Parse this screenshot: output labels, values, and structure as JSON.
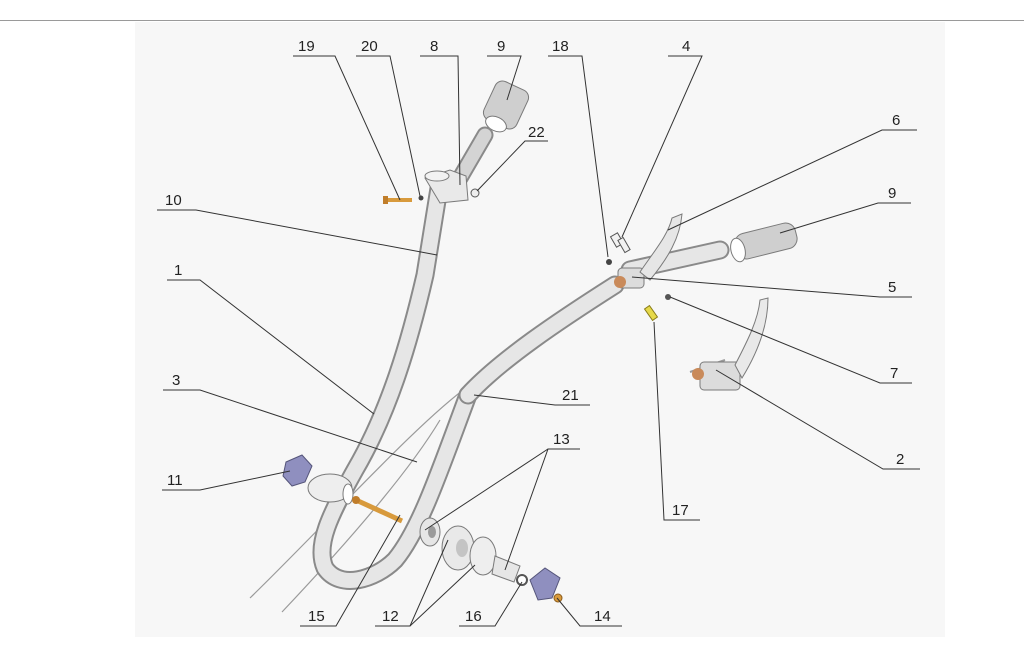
{
  "callouts": [
    {
      "id": "c19",
      "text": "19"
    },
    {
      "id": "c20",
      "text": "20"
    },
    {
      "id": "c8",
      "text": "8"
    },
    {
      "id": "c9a",
      "text": "9"
    },
    {
      "id": "c18",
      "text": "18"
    },
    {
      "id": "c4",
      "text": "4"
    },
    {
      "id": "c22",
      "text": "22"
    },
    {
      "id": "c6",
      "text": "6"
    },
    {
      "id": "c9b",
      "text": "9"
    },
    {
      "id": "c10",
      "text": "10"
    },
    {
      "id": "c5",
      "text": "5"
    },
    {
      "id": "c1",
      "text": "1"
    },
    {
      "id": "c7",
      "text": "7"
    },
    {
      "id": "c3",
      "text": "3"
    },
    {
      "id": "c21",
      "text": "21"
    },
    {
      "id": "c2",
      "text": "2"
    },
    {
      "id": "c13",
      "text": "13"
    },
    {
      "id": "c11",
      "text": "11"
    },
    {
      "id": "c17",
      "text": "17"
    },
    {
      "id": "c15",
      "text": "15"
    },
    {
      "id": "c12",
      "text": "12"
    },
    {
      "id": "c16",
      "text": "16"
    },
    {
      "id": "c14",
      "text": "14"
    }
  ],
  "colors": {
    "background": "#ffffff",
    "panel": "#f7f7f7",
    "line": "#333333",
    "tube": "#e4e4e4",
    "tube_edge": "#8a8a8a",
    "grip": "#b9b9b9",
    "knob": "#8f8fbf",
    "bolt": "#d89a3c",
    "copper": "#c98a5a",
    "yellow": "#e6d94a"
  }
}
